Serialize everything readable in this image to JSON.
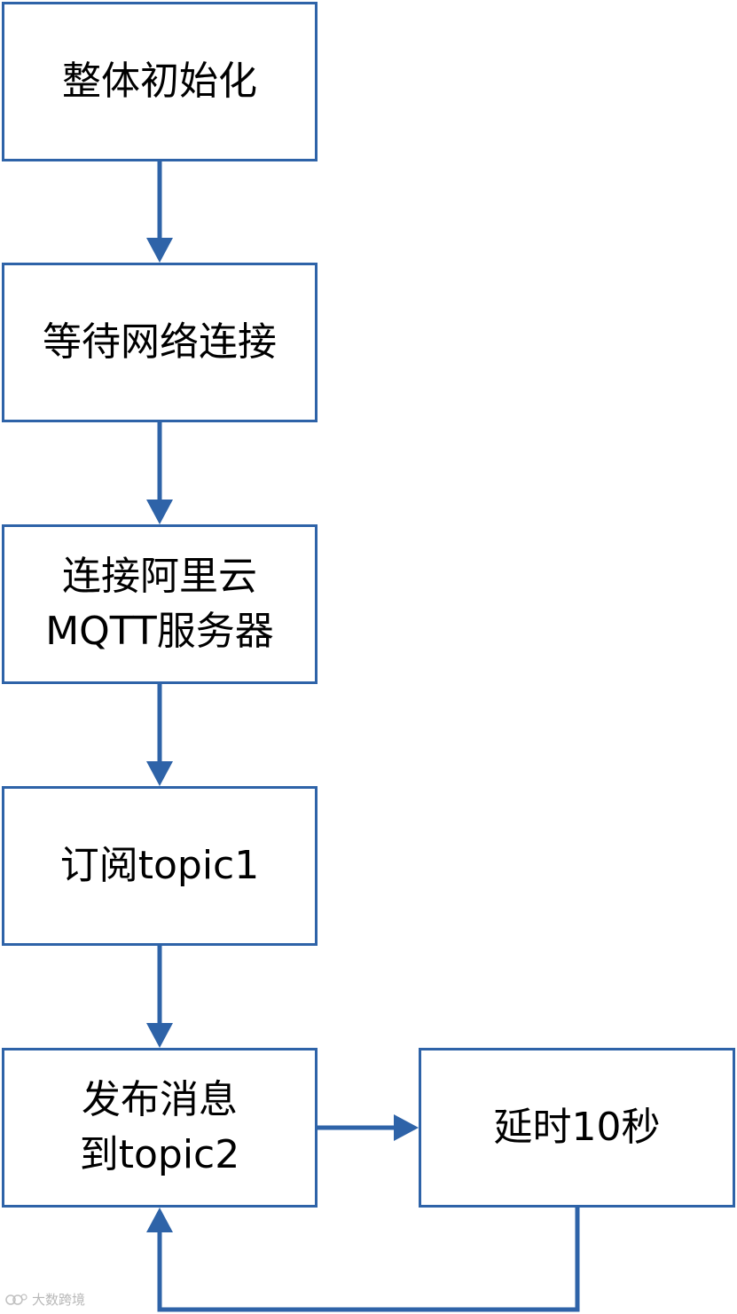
{
  "colors": {
    "stroke": "#2e63a8",
    "text": "#000000",
    "background": "#ffffff"
  },
  "nodes": [
    {
      "id": "n1",
      "lines": [
        "整体初始化"
      ]
    },
    {
      "id": "n2",
      "lines": [
        "等待网络连接"
      ]
    },
    {
      "id": "n3",
      "lines": [
        "连接阿里云",
        "MQTT服务器"
      ]
    },
    {
      "id": "n4",
      "lines": [
        "订阅topic1"
      ]
    },
    {
      "id": "n5",
      "lines": [
        "发布消息",
        "到topic2"
      ]
    },
    {
      "id": "n6",
      "lines": [
        "延时10秒"
      ]
    }
  ],
  "edges": [
    {
      "from": "n1",
      "to": "n2"
    },
    {
      "from": "n2",
      "to": "n3"
    },
    {
      "from": "n3",
      "to": "n4"
    },
    {
      "from": "n4",
      "to": "n5"
    },
    {
      "from": "n5",
      "to": "n6"
    },
    {
      "from": "n6",
      "to": "n5",
      "route": "loop-bottom"
    }
  ],
  "watermark": {
    "text": "大数跨境"
  }
}
